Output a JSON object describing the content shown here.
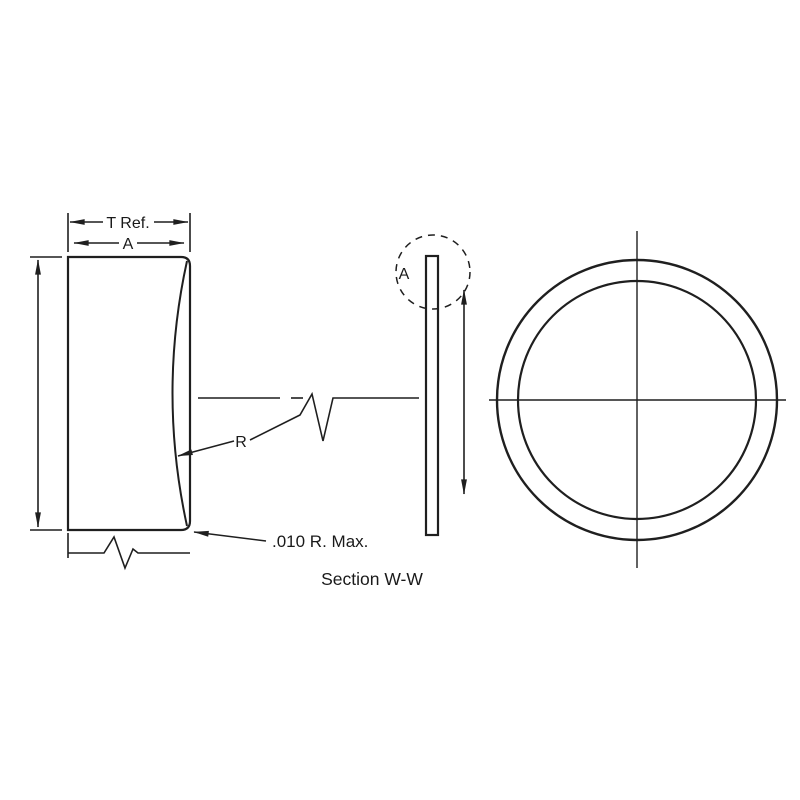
{
  "drawing": {
    "caption": "Section W-W",
    "dimensions": {
      "t_ref_label": "T Ref.",
      "a_label": "A",
      "radius_label": "R",
      "corner_radius_note": ".010 R. Max.",
      "detail_label": "A"
    },
    "colors": {
      "line": "#1f1f1f",
      "background": "#ffffff"
    }
  }
}
